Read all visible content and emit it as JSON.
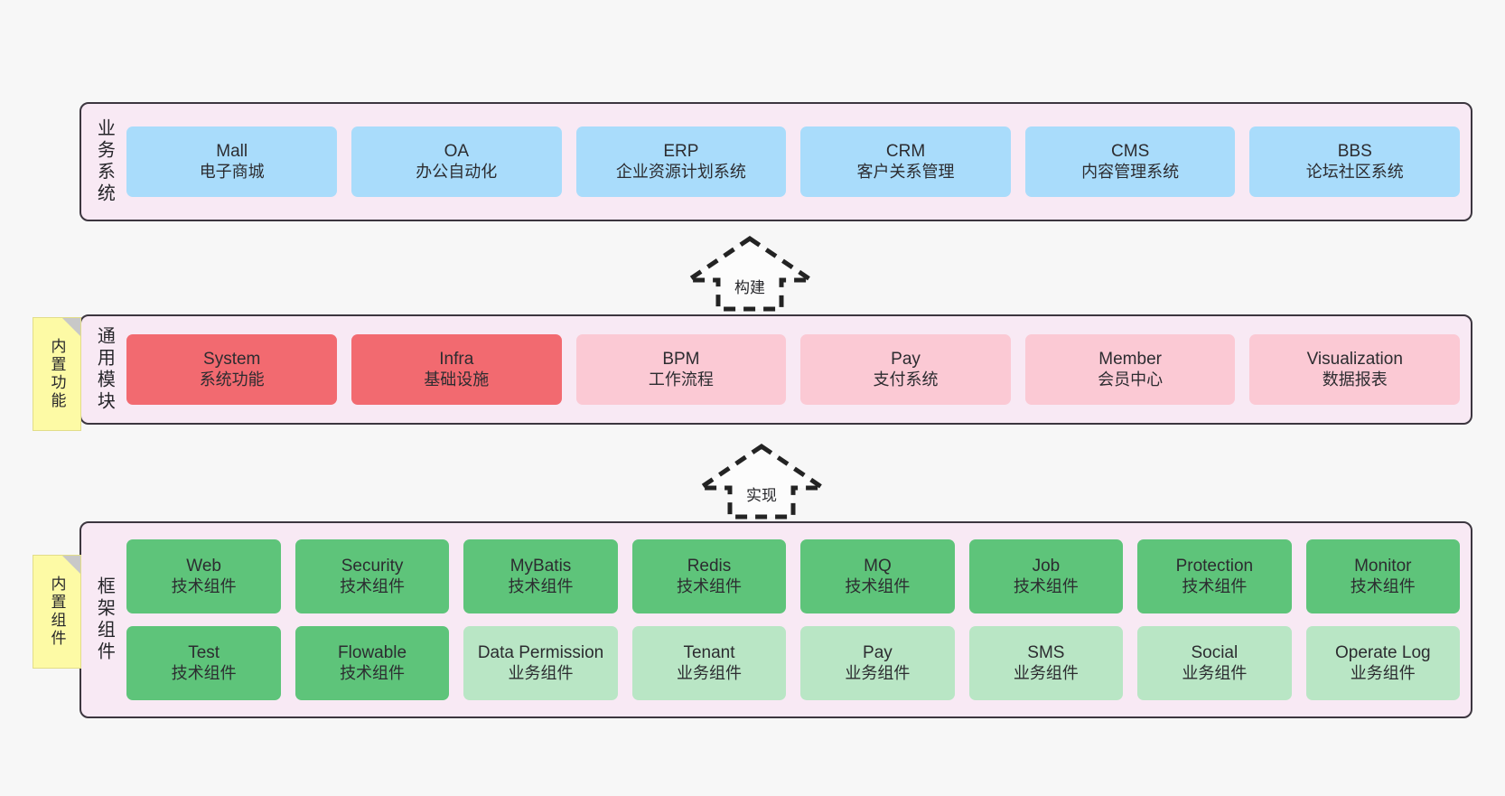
{
  "diagram": {
    "background_color": "#f7f7f7",
    "panel_fill": "#f8e9f4",
    "panel_border": "#3c363f",
    "note_fill": "#fdfaa5"
  },
  "layers": [
    {
      "id": "business-system",
      "title": "业务系统",
      "rows": [
        {
          "cards": [
            {
              "en": "Mall",
              "cn": "电子商城",
              "color": "#a9dcfb",
              "style": "c-blue"
            },
            {
              "en": "OA",
              "cn": "办公自动化",
              "color": "#a9dcfb",
              "style": "c-blue"
            },
            {
              "en": "ERP",
              "cn": "企业资源计划系统",
              "color": "#a9dcfb",
              "style": "c-blue"
            },
            {
              "en": "CRM",
              "cn": "客户关系管理",
              "color": "#a9dcfb",
              "style": "c-blue"
            },
            {
              "en": "CMS",
              "cn": "内容管理系统",
              "color": "#a9dcfb",
              "style": "c-blue"
            },
            {
              "en": "BBS",
              "cn": "论坛社区系统",
              "color": "#a9dcfb",
              "style": "c-blue"
            }
          ]
        }
      ]
    },
    {
      "id": "common-module",
      "title": "通用模块",
      "note": "内置功能",
      "rows": [
        {
          "cards": [
            {
              "en": "System",
              "cn": "系统功能",
              "color": "#f26a70",
              "style": "c-red"
            },
            {
              "en": "Infra",
              "cn": "基础设施",
              "color": "#f26a70",
              "style": "c-red"
            },
            {
              "en": "BPM",
              "cn": "工作流程",
              "color": "#fbc9d4",
              "style": "c-pink"
            },
            {
              "en": "Pay",
              "cn": "支付系统",
              "color": "#fbc9d4",
              "style": "c-pink"
            },
            {
              "en": "Member",
              "cn": "会员中心",
              "color": "#fbc9d4",
              "style": "c-pink"
            },
            {
              "en": "Visualization",
              "cn": "数据报表",
              "color": "#fbc9d4",
              "style": "c-pink"
            }
          ]
        }
      ]
    },
    {
      "id": "framework-component",
      "title": "框架组件",
      "note": "内置组件",
      "rows": [
        {
          "cards": [
            {
              "en": "Web",
              "cn": "技术组件",
              "color": "#5ec47a",
              "style": "c-green"
            },
            {
              "en": "Security",
              "cn": "技术组件",
              "color": "#5ec47a",
              "style": "c-green"
            },
            {
              "en": "MyBatis",
              "cn": "技术组件",
              "color": "#5ec47a",
              "style": "c-green"
            },
            {
              "en": "Redis",
              "cn": "技术组件",
              "color": "#5ec47a",
              "style": "c-green"
            },
            {
              "en": "MQ",
              "cn": "技术组件",
              "color": "#5ec47a",
              "style": "c-green"
            },
            {
              "en": "Job",
              "cn": "技术组件",
              "color": "#5ec47a",
              "style": "c-green"
            },
            {
              "en": "Protection",
              "cn": "技术组件",
              "color": "#5ec47a",
              "style": "c-green"
            },
            {
              "en": "Monitor",
              "cn": "技术组件",
              "color": "#5ec47a",
              "style": "c-green"
            }
          ]
        },
        {
          "cards": [
            {
              "en": "Test",
              "cn": "技术组件",
              "color": "#5ec47a",
              "style": "c-green"
            },
            {
              "en": "Flowable",
              "cn": "技术组件",
              "color": "#5ec47a",
              "style": "c-green"
            },
            {
              "en": "Data Permission",
              "cn": "业务组件",
              "color": "#b9e6c5",
              "style": "c-lightgreen"
            },
            {
              "en": "Tenant",
              "cn": "业务组件",
              "color": "#b9e6c5",
              "style": "c-lightgreen"
            },
            {
              "en": "Pay",
              "cn": "业务组件",
              "color": "#b9e6c5",
              "style": "c-lightgreen"
            },
            {
              "en": "SMS",
              "cn": "业务组件",
              "color": "#b9e6c5",
              "style": "c-lightgreen"
            },
            {
              "en": "Social",
              "cn": "业务组件",
              "color": "#b9e6c5",
              "style": "c-lightgreen"
            },
            {
              "en": "Operate Log",
              "cn": "业务组件",
              "color": "#b9e6c5",
              "style": "c-lightgreen"
            }
          ]
        }
      ]
    }
  ],
  "connectors": [
    {
      "id": "build-arrow",
      "label": "构建",
      "direction": "up",
      "style": "dashed-hollow"
    },
    {
      "id": "implement-arrow",
      "label": "实现",
      "direction": "up",
      "style": "dashed-hollow"
    }
  ]
}
